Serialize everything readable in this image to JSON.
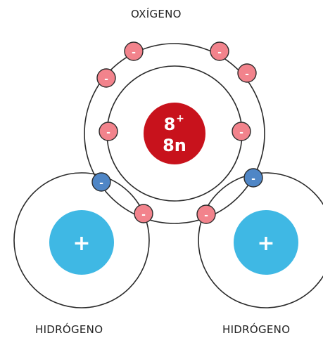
{
  "labels": {
    "oxygen": "OXÍGENO",
    "hydrogen_left": "HIDRÓGENO",
    "hydrogen_right": "HIDRÓGENO"
  },
  "oxygen_nucleus": {
    "protons": "8",
    "proton_sign": "+",
    "neutrons": "8n"
  },
  "hydrogen_nucleus_symbol": "+",
  "electron_symbol": "-",
  "colors": {
    "oxygen_nucleus": "#c8121c",
    "hydrogen_nucleus": "#3fb8e4",
    "oxygen_electron": "#f2838c",
    "hydrogen_electron": "#4f86c6",
    "orbit": "#2a2a2a"
  }
}
